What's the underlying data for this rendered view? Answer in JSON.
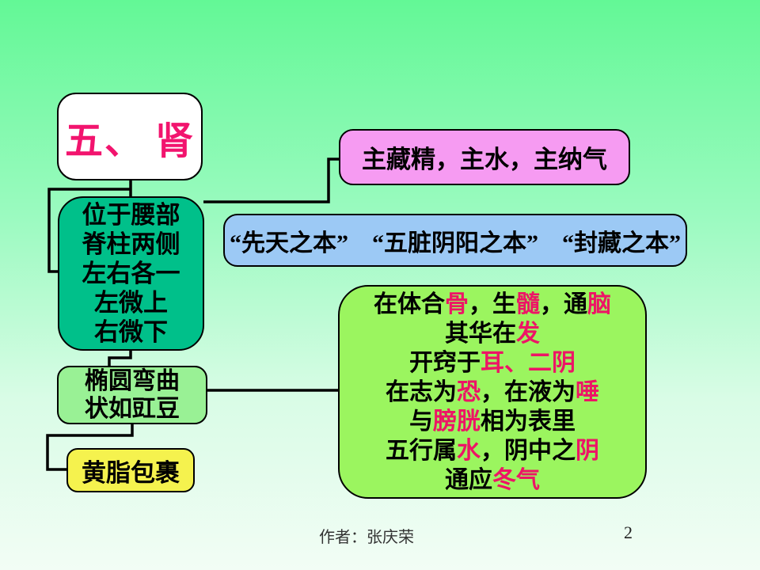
{
  "slide": {
    "footer": {
      "author": "作者：张庆荣",
      "page": "2"
    }
  },
  "colors": {
    "background_top": "#63F896",
    "background_bottom": "#F2FDF5",
    "title_text": "#F2146E",
    "accent_red": "#ED1566",
    "location_box": "#00C08A",
    "functions_box": "#F69BF2",
    "roots_box": "#9CC9F5",
    "relations_box": "#9BF55F",
    "shape_box": "#99F195",
    "fat_box": "#F5F24E",
    "connector": "#000000"
  },
  "boxes": {
    "title": {
      "text": "五、 肾"
    },
    "location": {
      "lines": [
        "位于腰部",
        "脊柱两侧",
        "左右各一",
        "左微上",
        "右微下"
      ]
    },
    "functions": {
      "text": "主藏精，主水，主纳气"
    },
    "roots": {
      "text": "“先天之本”　“五脏阴阳之本”　“封藏之本”"
    },
    "relations": {
      "lines": [
        [
          {
            "t": "在体合"
          },
          {
            "t": "骨",
            "red": true
          },
          {
            "t": "，生"
          },
          {
            "t": "髓",
            "red": true
          },
          {
            "t": "，通"
          },
          {
            "t": "脑",
            "red": true
          }
        ],
        [
          {
            "t": "其华在"
          },
          {
            "t": "发",
            "red": true
          }
        ],
        [
          {
            "t": "开窍于"
          },
          {
            "t": "耳、二阴",
            "red": true
          }
        ],
        [
          {
            "t": "在志为"
          },
          {
            "t": "恐",
            "red": true
          },
          {
            "t": "，在液为"
          },
          {
            "t": "唾",
            "red": true
          }
        ],
        [
          {
            "t": "与"
          },
          {
            "t": "膀胱",
            "red": true
          },
          {
            "t": "相为表里"
          }
        ],
        [
          {
            "t": "五行属"
          },
          {
            "t": "水",
            "red": true
          },
          {
            "t": "，阴中之"
          },
          {
            "t": "阴",
            "red": true
          }
        ],
        [
          {
            "t": "通应"
          },
          {
            "t": "冬气",
            "red": true
          }
        ]
      ]
    },
    "shape": {
      "lines": [
        "椭圆弯曲",
        "状如豇豆"
      ]
    },
    "fat": {
      "text": "黄脂包裹"
    }
  }
}
